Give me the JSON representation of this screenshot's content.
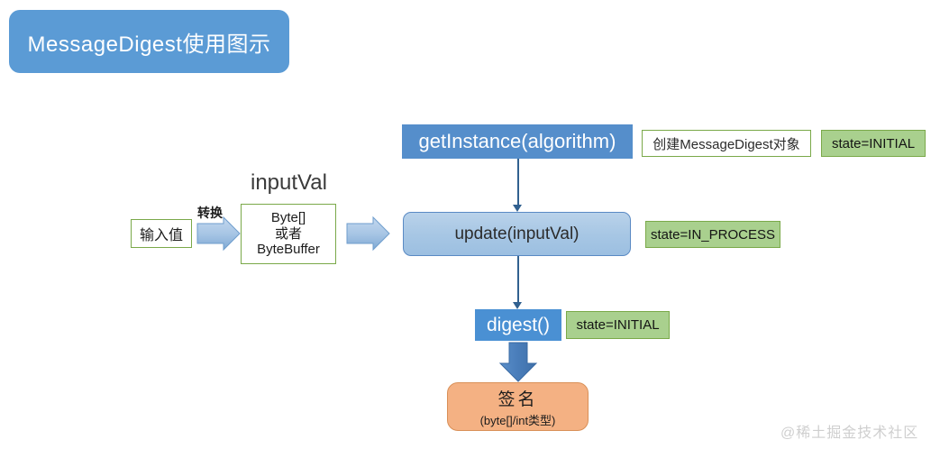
{
  "title": {
    "banner_text": "MessageDigest使用图示"
  },
  "nodes": {
    "get_instance": "getInstance(algorithm)",
    "update": "update(inputVal)",
    "digest": "digest()",
    "input_value": "输入值",
    "bytes_line1": "Byte[]",
    "bytes_line2": "或者",
    "bytes_line3": "ByteBuffer",
    "signature_main": "签名",
    "signature_sub": "(byte[]/int类型)"
  },
  "labels": {
    "input_val": "inputVal",
    "convert": "转换"
  },
  "notes": {
    "create_object": "创建MessageDigest对象",
    "state_initial_1": "state=INITIAL",
    "state_in_process": "state=IN_PROCESS",
    "state_initial_2": "state=INITIAL"
  },
  "watermark": {
    "text": "@稀土掘金技术社区"
  },
  "colors": {
    "banner_blue": "#5b9bd5",
    "node_blue_solid": "#558ecb",
    "node_blue_gradient_top": "#b9d2ea",
    "node_blue_gradient_bottom": "#9cbfe1",
    "note_green_fill": "#a9d08e",
    "note_green_border": "#7aa949",
    "signature_orange": "#f4b183",
    "connector_blue": "#31608f",
    "block_arrow_blue": "#4a7ebb",
    "watermark_gray": "#cfcfcf"
  }
}
